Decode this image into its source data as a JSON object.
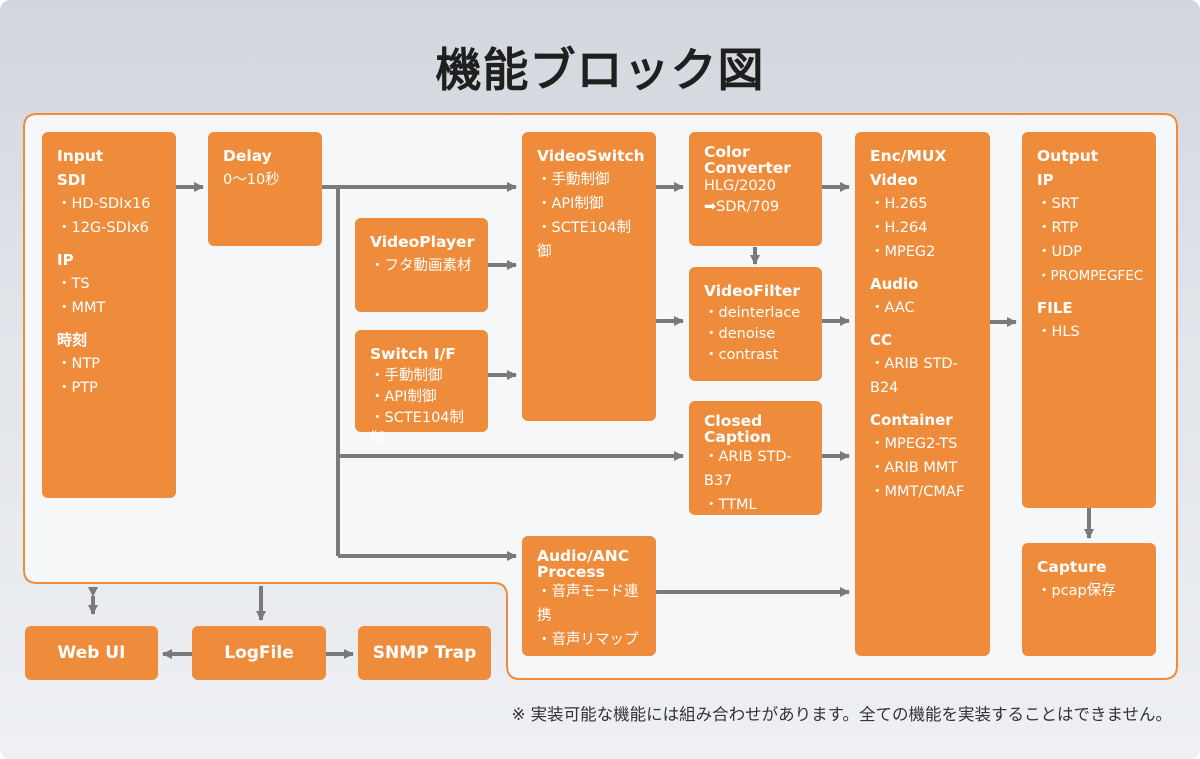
{
  "title": "機能ブロック図",
  "blocks": {
    "input": {
      "heading": "Input",
      "groups": [
        {
          "label": "SDI",
          "items": [
            "・HD-SDIx16",
            "・12G-SDIx6"
          ]
        },
        {
          "label": "IP",
          "items": [
            "・TS",
            "・MMT"
          ]
        },
        {
          "label": "時刻",
          "items": [
            "・NTP",
            "・PTP"
          ]
        }
      ]
    },
    "delay": {
      "heading": "Delay",
      "items": [
        "0～10秒"
      ]
    },
    "videoplayer": {
      "heading": "VideoPlayer",
      "items": [
        "・フタ動画素材"
      ]
    },
    "switch_if": {
      "heading": "Switch I/F",
      "items": [
        "・手動制御",
        "・API制御",
        "・SCTE104制御"
      ]
    },
    "videoswitch": {
      "heading": "VideoSwitch",
      "items": [
        "・手動制御",
        "・API制御",
        "・SCTE104制御"
      ]
    },
    "color_converter": {
      "heading_lines": [
        "Color",
        "Converter"
      ],
      "items": [
        "HLG/2020",
        "➡SDR/709"
      ]
    },
    "videofilter": {
      "heading": "VideoFilter",
      "items": [
        "・deinterlace",
        "・denoise",
        "・contrast"
      ]
    },
    "closed_caption": {
      "heading_lines": [
        "Closed",
        "Caption"
      ],
      "items": [
        "・ARIB STD-B37",
        "・TTML"
      ]
    },
    "audio_anc": {
      "heading_lines": [
        "Audio/ANC",
        "Process"
      ],
      "items": [
        "・音声モード連携",
        "・音声リマップ"
      ]
    },
    "enc_mux": {
      "heading": "Enc/MUX",
      "groups": [
        {
          "label": "Video",
          "items": [
            "・H.265",
            "・H.264",
            "・MPEG2"
          ]
        },
        {
          "label": "Audio",
          "items": [
            "・AAC"
          ]
        },
        {
          "label": "CC",
          "items": [
            "・ARIB STD-B24"
          ]
        },
        {
          "label": "Container",
          "items": [
            "・MPEG2-TS",
            "・ARIB MMT",
            "・MMT/CMAF"
          ]
        }
      ]
    },
    "output": {
      "heading": "Output",
      "groups": [
        {
          "label": "IP",
          "items": [
            "・SRT",
            "・RTP",
            "・UDP",
            "・PROMPEGFEC"
          ]
        },
        {
          "label": "FILE",
          "items": [
            "・HLS"
          ]
        }
      ]
    },
    "capture": {
      "heading": "Capture",
      "items": [
        "・pcap保存"
      ]
    },
    "web_ui": {
      "label": "Web UI"
    },
    "logfile": {
      "label": "LogFile"
    },
    "snmp_trap": {
      "label": "SNMP Trap"
    }
  },
  "footnote": "※ 実装可能な機能には組み合わせがあります。全ての機能を実装することはできません。",
  "colors": {
    "block": "#ef8c3c",
    "frame": "#ef8c3c",
    "arrow": "#7a7a7a",
    "title": "#1f1f1f"
  }
}
